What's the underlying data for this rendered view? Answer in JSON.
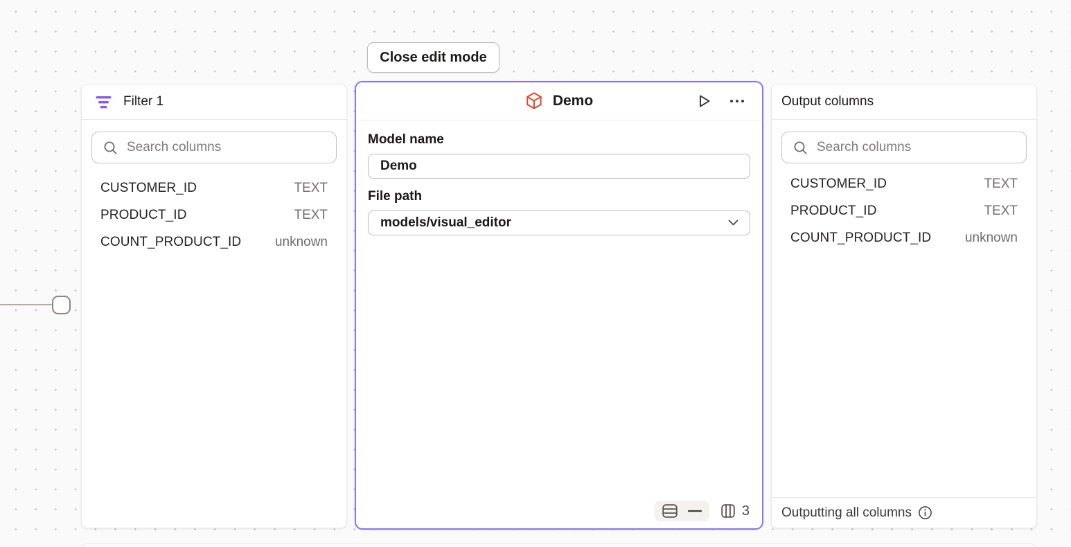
{
  "toolbar": {
    "close_edit_label": "Close edit mode"
  },
  "filter_panel": {
    "title": "Filter 1",
    "search_placeholder": "Search columns",
    "columns": [
      {
        "name": "CUSTOMER_ID",
        "type": "TEXT"
      },
      {
        "name": "PRODUCT_ID",
        "type": "TEXT"
      },
      {
        "name": "COUNT_PRODUCT_ID",
        "type": "unknown"
      }
    ]
  },
  "model_panel": {
    "title": "Demo",
    "model_name_label": "Model name",
    "model_name_value": "Demo",
    "file_path_label": "File path",
    "file_path_value": "models/visual_editor",
    "column_count": "3"
  },
  "output_panel": {
    "title": "Output columns",
    "search_placeholder": "Search columns",
    "columns": [
      {
        "name": "CUSTOMER_ID",
        "type": "TEXT"
      },
      {
        "name": "PRODUCT_ID",
        "type": "TEXT"
      },
      {
        "name": "COUNT_PRODUCT_ID",
        "type": "unknown"
      }
    ],
    "footer_text": "Outputting all columns"
  },
  "icons": {
    "filter": "filter-lines",
    "model": "cube",
    "run": "play-outline",
    "menu": "ellipsis",
    "search": "magnifier",
    "rows_stat": "table-rows",
    "columns_stat": "table-columns",
    "dropdown": "chevron-down",
    "info": "info-circle"
  },
  "colors": {
    "selection_purple": "#8674F4",
    "filter_icon_purple": "#8B57F2",
    "model_icon_orange": "#DF4A2D",
    "canvas_background": "#FBFAFA"
  }
}
